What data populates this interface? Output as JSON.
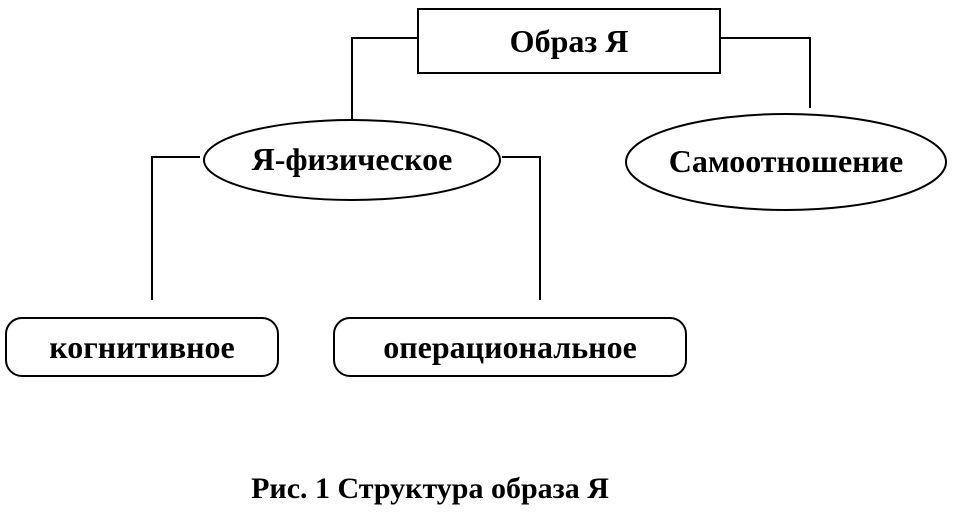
{
  "nodes": {
    "root": "Образ Я",
    "physical": "Я-физическое",
    "self_attitude": "Самоотношение",
    "cognitive": "когнитивное",
    "operational": "операциональное"
  },
  "caption": "Рис. 1 Структура образа Я"
}
